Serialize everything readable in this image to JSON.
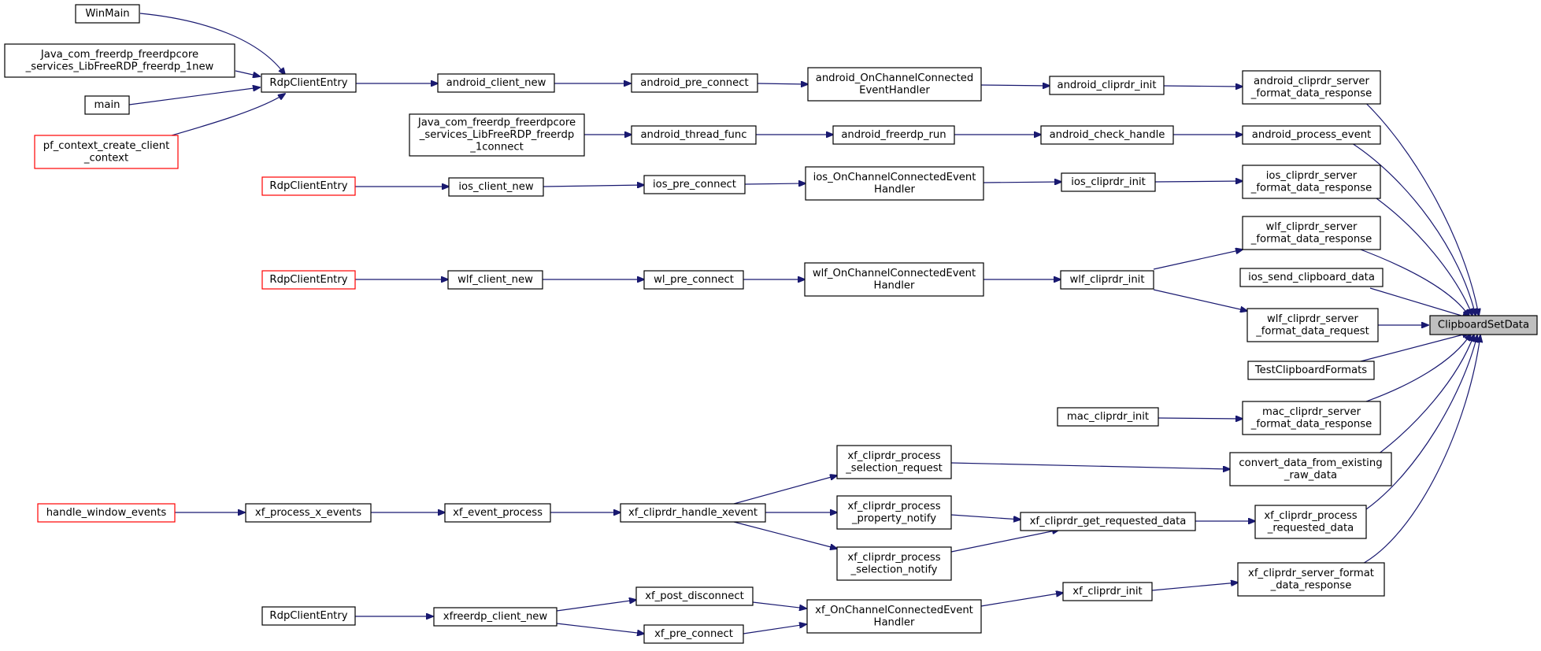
{
  "colors": {
    "edge": "#191970",
    "border": "#000000",
    "truncated_border": "#ff0000",
    "target_fill": "#bfbfbf"
  },
  "nodes": {
    "winmain": {
      "lines": [
        "WinMain"
      ]
    },
    "java_new": {
      "lines": [
        "Java_com_freerdp_freerdpcore",
        "_services_LibFreeRDP_freerdp_1new"
      ]
    },
    "main": {
      "lines": [
        "main"
      ]
    },
    "pf_context": {
      "lines": [
        "pf_context_create_client",
        "_context"
      ]
    },
    "rdp1": {
      "lines": [
        "RdpClientEntry"
      ]
    },
    "rdp2": {
      "lines": [
        "RdpClientEntry"
      ]
    },
    "rdp3": {
      "lines": [
        "RdpClientEntry"
      ]
    },
    "rdp4": {
      "lines": [
        "RdpClientEntry"
      ]
    },
    "java_connect": {
      "lines": [
        "Java_com_freerdp_freerdpcore",
        "_services_LibFreeRDP_freerdp",
        "_1connect"
      ]
    },
    "handle_window_events": {
      "lines": [
        "handle_window_events"
      ]
    },
    "android_client_new": {
      "lines": [
        "android_client_new"
      ]
    },
    "android_thread_func": {
      "lines": [
        "android_thread_func"
      ]
    },
    "ios_client_new": {
      "lines": [
        "ios_client_new"
      ]
    },
    "wlf_client_new": {
      "lines": [
        "wlf_client_new"
      ]
    },
    "xf_process_x_events": {
      "lines": [
        "xf_process_x_events"
      ]
    },
    "xfreerdp_client_new": {
      "lines": [
        "xfreerdp_client_new"
      ]
    },
    "android_pre_connect": {
      "lines": [
        "android_pre_connect"
      ]
    },
    "android_freerdp_run": {
      "lines": [
        "android_freerdp_run"
      ]
    },
    "ios_pre_connect": {
      "lines": [
        "ios_pre_connect"
      ]
    },
    "wl_pre_connect": {
      "lines": [
        "wl_pre_connect"
      ]
    },
    "xf_event_process": {
      "lines": [
        "xf_event_process"
      ]
    },
    "xf_post_disconnect": {
      "lines": [
        "xf_post_disconnect"
      ]
    },
    "xf_pre_connect": {
      "lines": [
        "xf_pre_connect"
      ]
    },
    "android_onchannel": {
      "lines": [
        "android_OnChannelConnected",
        "EventHandler"
      ]
    },
    "ios_onchannel": {
      "lines": [
        "ios_OnChannelConnectedEvent",
        "Handler"
      ]
    },
    "wlf_onchannel": {
      "lines": [
        "wlf_OnChannelConnectedEvent",
        "Handler"
      ]
    },
    "xf_cliprdr_handle_xevent": {
      "lines": [
        "xf_cliprdr_handle_xevent"
      ]
    },
    "xf_onchannel": {
      "lines": [
        "xf_OnChannelConnectedEvent",
        "Handler"
      ]
    },
    "xf_selection_request": {
      "lines": [
        "xf_cliprdr_process",
        "_selection_request"
      ]
    },
    "xf_property_notify": {
      "lines": [
        "xf_cliprdr_process",
        "_property_notify"
      ]
    },
    "xf_selection_notify": {
      "lines": [
        "xf_cliprdr_process",
        "_selection_notify"
      ]
    },
    "android_cliprdr_init": {
      "lines": [
        "android_cliprdr_init"
      ]
    },
    "android_check_handle": {
      "lines": [
        "android_check_handle"
      ]
    },
    "ios_cliprdr_init": {
      "lines": [
        "ios_cliprdr_init"
      ]
    },
    "wlf_cliprdr_init": {
      "lines": [
        "wlf_cliprdr_init"
      ]
    },
    "mac_cliprdr_init": {
      "lines": [
        "mac_cliprdr_init"
      ]
    },
    "xf_cliprdr_get_requested_data": {
      "lines": [
        "xf_cliprdr_get_requested_data"
      ]
    },
    "xf_cliprdr_init": {
      "lines": [
        "xf_cliprdr_init"
      ]
    },
    "android_fdr": {
      "lines": [
        "android_cliprdr_server",
        "_format_data_response"
      ]
    },
    "android_process_event": {
      "lines": [
        "android_process_event"
      ]
    },
    "ios_fdr": {
      "lines": [
        "ios_cliprdr_server",
        "_format_data_response"
      ]
    },
    "wlf_fdr": {
      "lines": [
        "wlf_cliprdr_server",
        "_format_data_response"
      ]
    },
    "ios_send_clipboard_data": {
      "lines": [
        "ios_send_clipboard_data"
      ]
    },
    "wlf_fdreq": {
      "lines": [
        "wlf_cliprdr_server",
        "_format_data_request"
      ]
    },
    "test_clipboard_formats": {
      "lines": [
        "TestClipboardFormats"
      ]
    },
    "mac_fdr": {
      "lines": [
        "mac_cliprdr_server",
        "_format_data_response"
      ]
    },
    "convert_data": {
      "lines": [
        "convert_data_from_existing",
        "_raw_data"
      ]
    },
    "xf_process_requested_data": {
      "lines": [
        "xf_cliprdr_process",
        "_requested_data"
      ]
    },
    "xf_fdr": {
      "lines": [
        "xf_cliprdr_server_format",
        "_data_response"
      ]
    },
    "clipboard_set_data": {
      "lines": [
        "ClipboardSetData"
      ]
    }
  }
}
